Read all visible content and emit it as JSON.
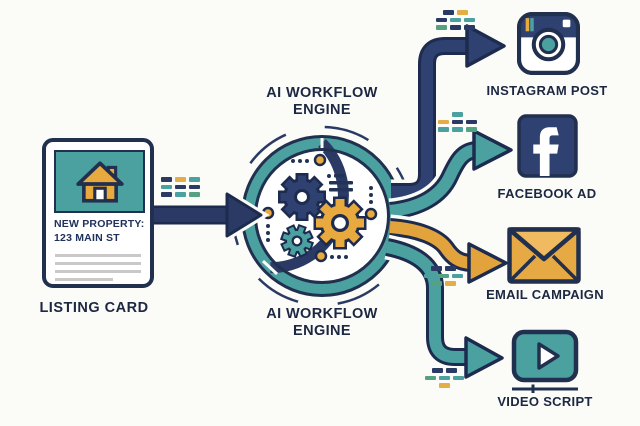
{
  "palette": {
    "navy": "#2b3a64",
    "navy_dark": "#1d2b4f",
    "outline": "#22304f",
    "teal": "#4ba0a0",
    "green": "#57a183",
    "gold": "#e3ae45",
    "orange": "#e8a93e",
    "placeholder_gray": "#c9c9c9",
    "background": "#fbfbf8",
    "text": "#1c2742"
  },
  "listing_card": {
    "headline_line1": "NEW PROPERTY:",
    "headline_line2": "123 MAIN ST",
    "label": "LISTING CARD",
    "image_icon": "house-icon"
  },
  "engine": {
    "label_top": {
      "line1": "AI WORKFLOW",
      "line2": "ENGINE"
    },
    "label_bottom": {
      "line1": "AI WORKFLOW",
      "line2": "ENGINE"
    },
    "icon": "gears-icon"
  },
  "outputs": [
    {
      "id": "instagram",
      "label": "INSTAGRAM POST",
      "icon": "instagram-camera-icon",
      "arrow_color": "navy"
    },
    {
      "id": "facebook",
      "label": "FACEBOOK AD",
      "icon": "facebook-f-icon",
      "arrow_color": "teal"
    },
    {
      "id": "email",
      "label": "EMAIL CAMPAIGN",
      "icon": "envelope-icon",
      "arrow_color": "gold"
    },
    {
      "id": "video",
      "label": "VIDEO SCRIPT",
      "icon": "video-player-icon",
      "arrow_color": "teal"
    }
  ],
  "data_bits": {
    "clusters": [
      {
        "name": "input",
        "rows": [
          [
            "navy",
            "gold",
            "teal"
          ],
          [
            "teal",
            "navy",
            "navy"
          ],
          [
            "navy",
            "teal",
            "green"
          ]
        ]
      },
      {
        "name": "instagram",
        "rows": [
          [
            "navy",
            "gold"
          ],
          [
            "navy",
            "teal",
            "teal"
          ],
          [
            "green",
            "navy",
            "navy"
          ]
        ]
      },
      {
        "name": "facebook",
        "rows": [
          [
            "teal"
          ],
          [
            "gold",
            "navy",
            "navy"
          ],
          [
            "teal",
            "teal",
            "green"
          ]
        ]
      },
      {
        "name": "email",
        "rows": [
          [
            "navy",
            "navy"
          ],
          [
            "teal",
            "green",
            "teal"
          ],
          [
            "green",
            "gold"
          ]
        ]
      },
      {
        "name": "video",
        "rows": [
          [
            "navy",
            "navy"
          ],
          [
            "green",
            "teal",
            "teal"
          ],
          [
            "gold"
          ]
        ]
      }
    ]
  }
}
